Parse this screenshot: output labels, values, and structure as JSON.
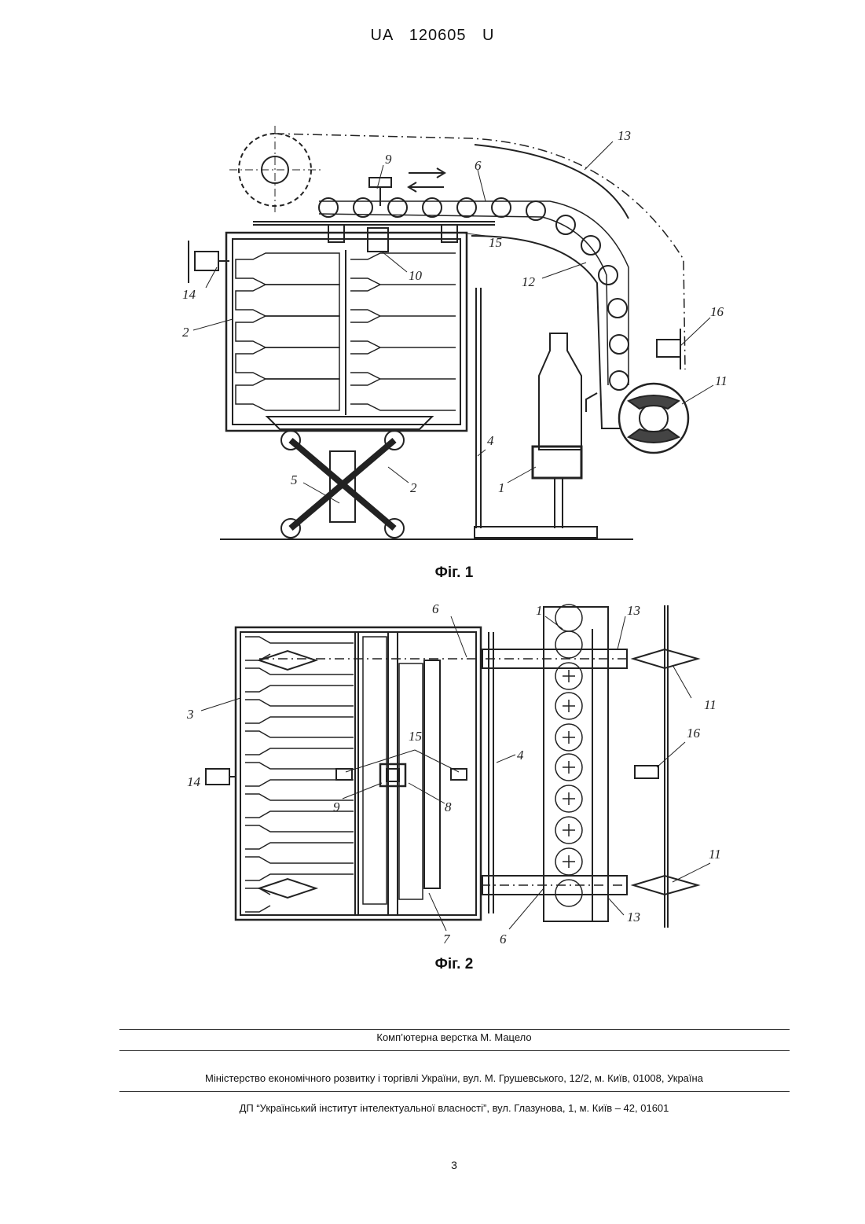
{
  "header": {
    "patent_number": "UA   120605   U"
  },
  "figure1": {
    "caption": "Фіг. 1",
    "labels": [
      "13",
      "9",
      "6",
      "15",
      "14",
      "10",
      "12",
      "2",
      "16",
      "11",
      "4",
      "5",
      "2",
      "1"
    ]
  },
  "figure2": {
    "caption": "Фіг. 2",
    "labels": [
      "6",
      "1",
      "13",
      "3",
      "11",
      "4",
      "15",
      "16",
      "14",
      "9",
      "8",
      "11",
      "7",
      "6",
      "13"
    ]
  },
  "footer": {
    "typesetting": "Комп’ютерна верстка М. Мацело",
    "ministry": "Міністерство економічного розвитку і торгівлі України, вул. М. Грушевського, 12/2, м. Київ, 01008, Україна",
    "institute": "ДП “Український інститут інтелектуальної власності”, вул. Глазунова, 1, м. Київ – 42, 01601",
    "page_number": "3"
  }
}
